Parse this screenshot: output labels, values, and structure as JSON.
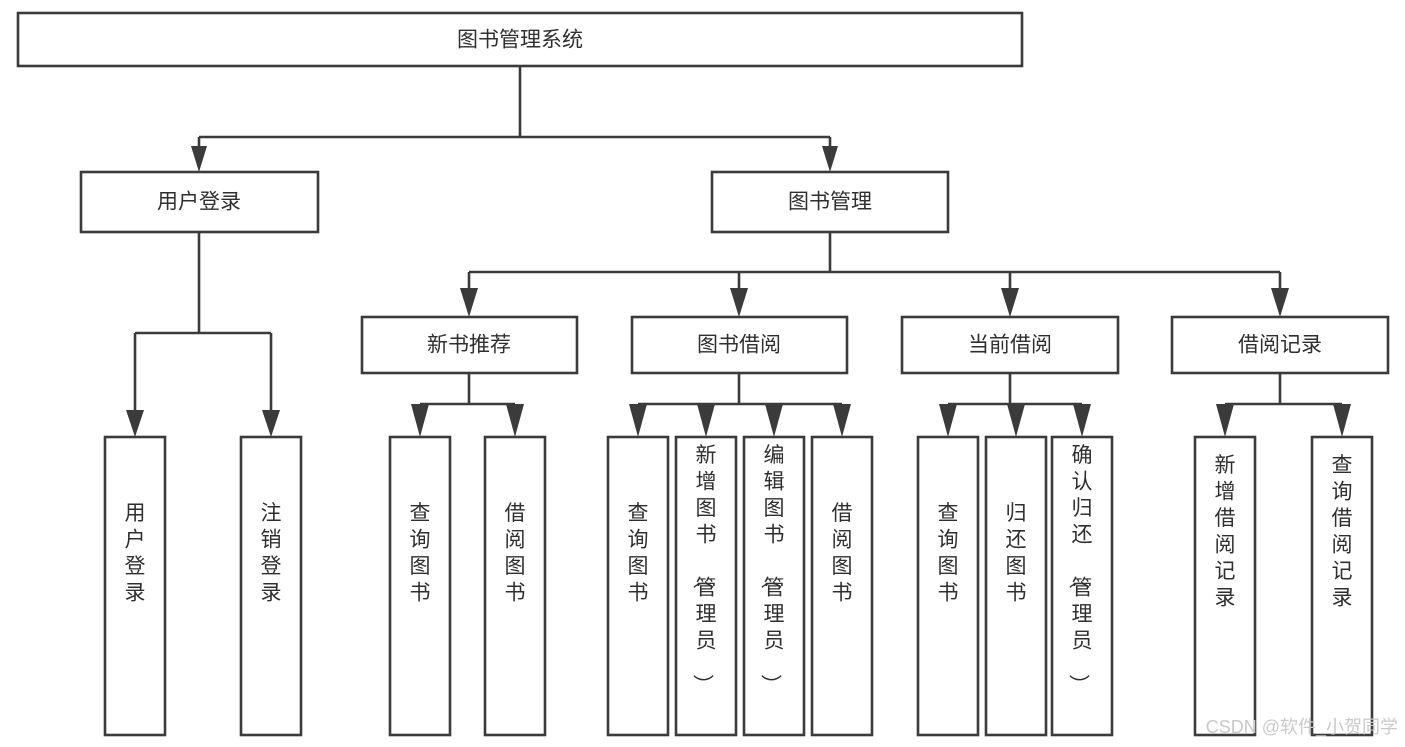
{
  "diagram": {
    "type": "tree-hierarchy-chart",
    "title": "图书管理系统",
    "orientation": "top-down",
    "colors": {
      "stroke": "#3b3b3b",
      "box_fill": "#ffffff",
      "text": "#2f2f2f",
      "background": "#ffffff",
      "watermark": "#c9c9c9"
    },
    "levels": {
      "root": {
        "label": "图书管理系统"
      },
      "level2": [
        {
          "id": "user-login",
          "label": "用户登录"
        },
        {
          "id": "book-management",
          "label": "图书管理"
        }
      ],
      "level3": [
        {
          "id": "new-book-recommend",
          "label": "新书推荐",
          "parent": "book-management"
        },
        {
          "id": "book-borrow",
          "label": "图书借阅",
          "parent": "book-management"
        },
        {
          "id": "current-borrow",
          "label": "当前借阅",
          "parent": "book-management"
        },
        {
          "id": "borrow-record",
          "label": "借阅记录",
          "parent": "book-management"
        }
      ],
      "leaves": [
        {
          "id": "leaf-user-login",
          "label": "用户登录",
          "parent": "user-login"
        },
        {
          "id": "leaf-logout-login",
          "label": "注销登录",
          "parent": "user-login"
        },
        {
          "id": "leaf-query-book-1",
          "label": "查询图书",
          "parent": "new-book-recommend"
        },
        {
          "id": "leaf-borrow-book-1",
          "label": "借阅图书",
          "parent": "new-book-recommend"
        },
        {
          "id": "leaf-query-book-2",
          "label": "查询图书",
          "parent": "book-borrow"
        },
        {
          "id": "leaf-add-book",
          "label": "新增图书（管理员）",
          "parent": "book-borrow"
        },
        {
          "id": "leaf-edit-book",
          "label": "编辑图书（管理员）",
          "parent": "book-borrow"
        },
        {
          "id": "leaf-borrow-book-2",
          "label": "借阅图书",
          "parent": "book-borrow"
        },
        {
          "id": "leaf-query-book-3",
          "label": "查询图书",
          "parent": "current-borrow"
        },
        {
          "id": "leaf-return-book",
          "label": "归还图书",
          "parent": "current-borrow"
        },
        {
          "id": "leaf-confirm-return",
          "label": "确认归还（管理员）",
          "parent": "current-borrow"
        },
        {
          "id": "leaf-add-record",
          "label": "新增借阅记录",
          "parent": "borrow-record"
        },
        {
          "id": "leaf-query-record",
          "label": "查询借阅记录",
          "parent": "borrow-record"
        }
      ]
    },
    "watermark": "CSDN @软件_小贺同学"
  }
}
